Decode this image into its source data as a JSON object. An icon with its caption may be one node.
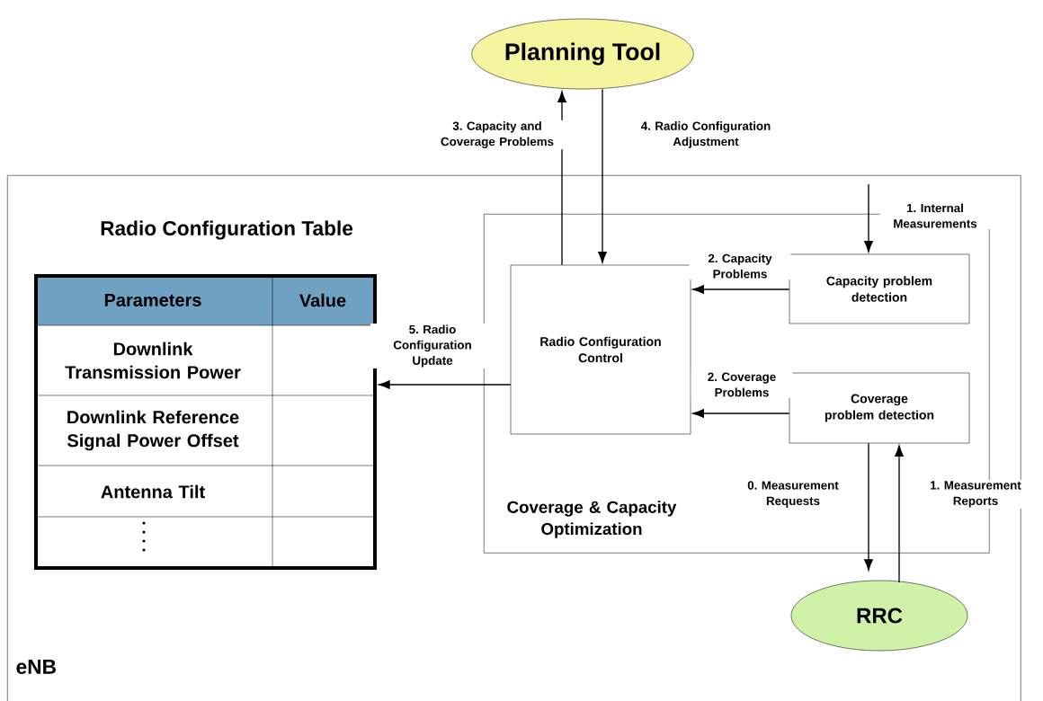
{
  "diagram": {
    "nodes": [
      {
        "text": [
          "Planning Tool"
        ]
      },
      {
        "text": [
          "eNB"
        ]
      },
      {
        "text": [
          "Radio Configuration Table"
        ],
        "in": 1
      },
      {
        "text": [
          "Coverage & Capacity Optimization"
        ],
        "in": 1
      },
      {
        "text": [
          "Radio Configuration Control"
        ],
        "in": 3
      },
      {
        "text": [
          "Capacity problem detection"
        ],
        "in": 3
      },
      {
        "text": [
          "Coverage problem detection"
        ],
        "in": 3
      },
      {
        "text": [
          "RRC"
        ],
        "in": 1
      }
    ],
    "edges": [
      {
        "from": 4,
        "to": 0,
        "arrow": "to",
        "label": "3. Capacity and Coverage Problems"
      },
      {
        "from": 0,
        "to": 4,
        "arrow": "to",
        "label": "4. Radio Configuration Adjustment"
      },
      {
        "from": null,
        "to": 5,
        "arrow": "to",
        "label": "1. Internal Measurements"
      },
      {
        "from": 5,
        "to": 4,
        "arrow": "to",
        "label": "2. Capacity Problems"
      },
      {
        "from": 6,
        "to": 4,
        "arrow": "to",
        "label": "2. Coverage Problems"
      },
      {
        "from": 4,
        "to": 2,
        "arrow": "to",
        "label": "5. Radio Configuration Update"
      },
      {
        "from": 6,
        "to": 7,
        "arrow": "to",
        "label": "0. Measurement Requests"
      },
      {
        "from": 7,
        "to": 6,
        "arrow": "to",
        "label": "1. Measurement Reports"
      }
    ],
    "labels": [
      "Parameters",
      "Value",
      "Downlink Transmission Power",
      "Downlink Reference Signal Power Offset",
      "Antenna Tilt"
    ]
  }
}
